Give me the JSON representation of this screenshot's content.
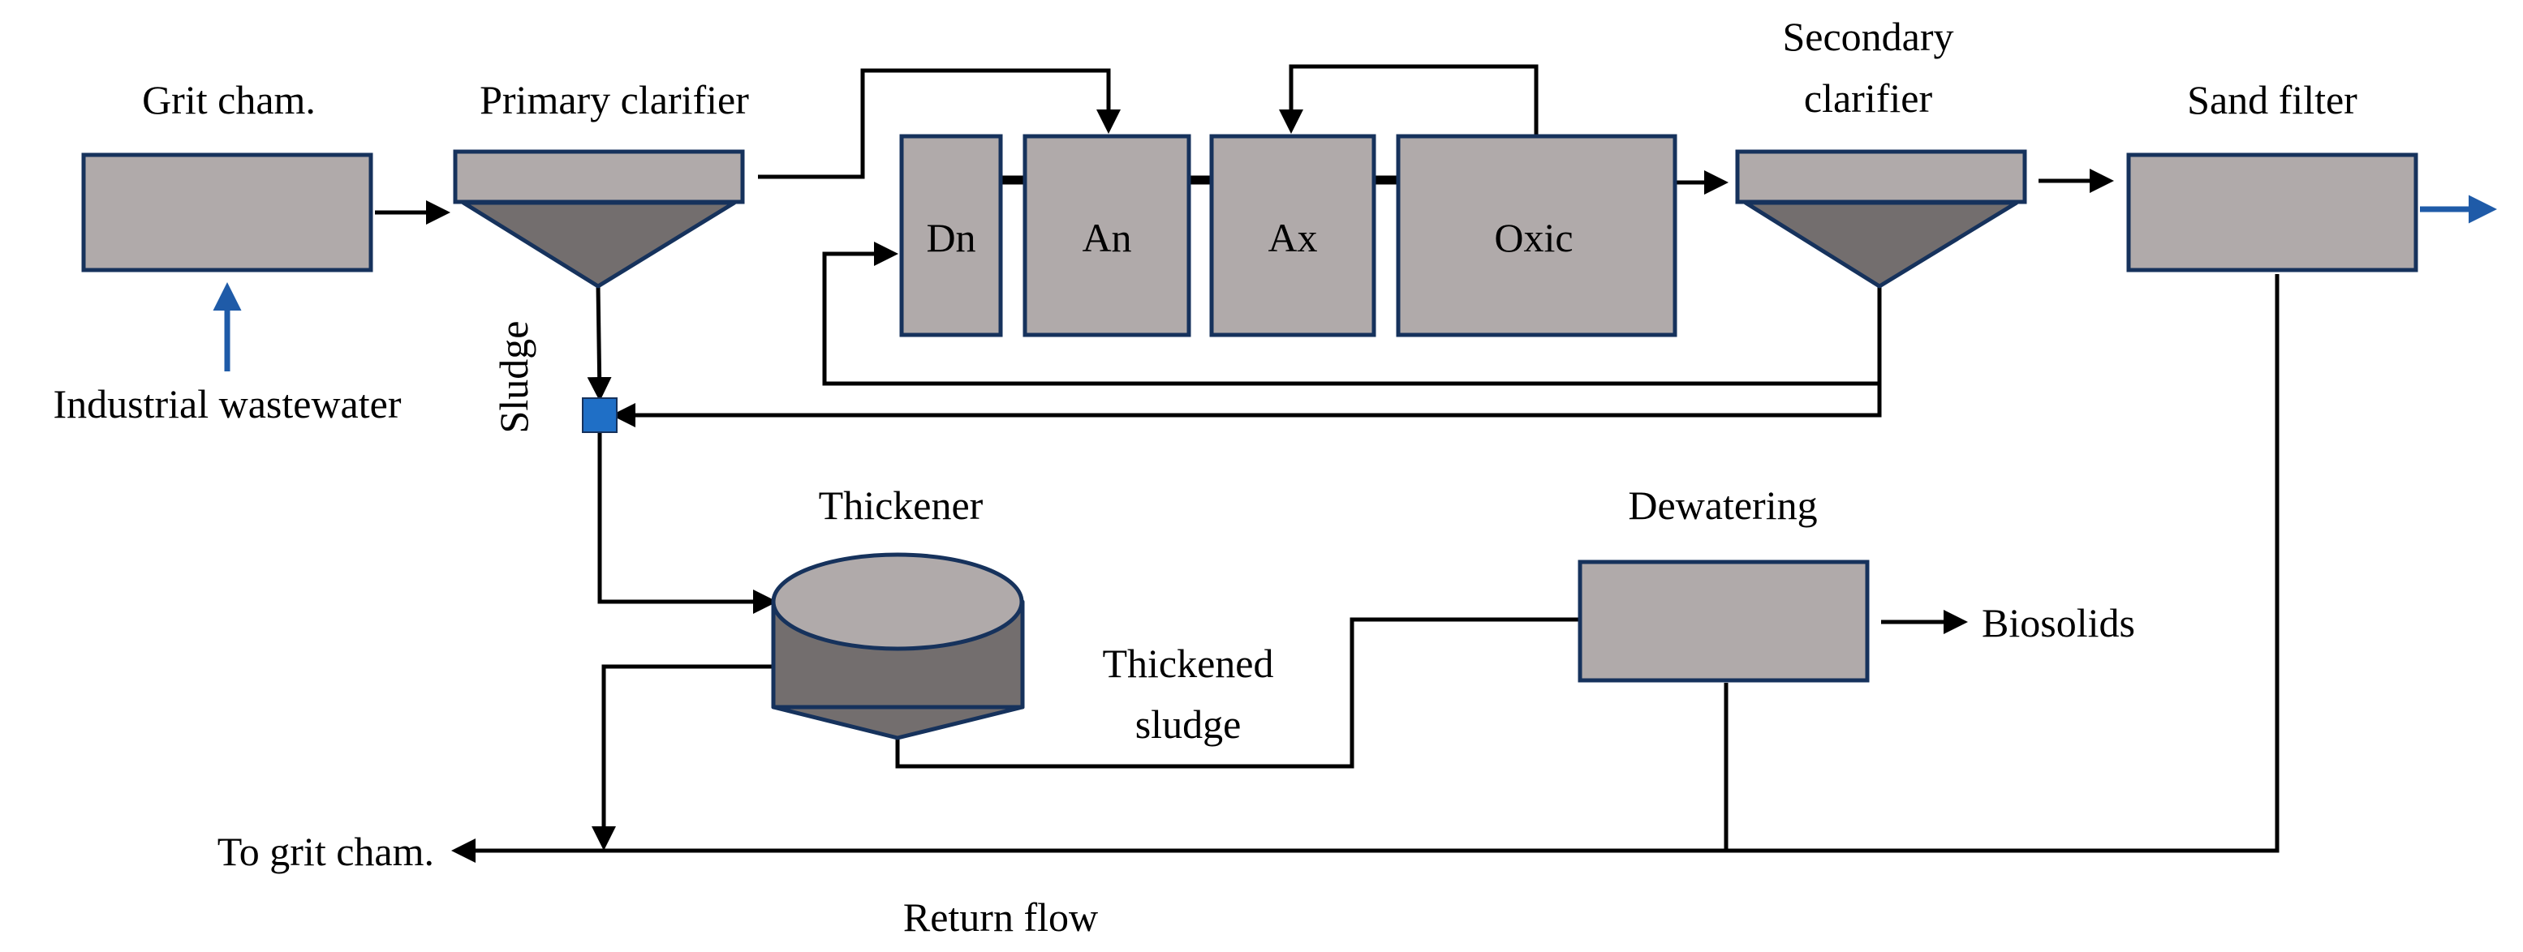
{
  "labels": {
    "grit_chamber": "Grit cham.",
    "primary_clarifier": "Primary clarifier",
    "secondary_clarifier_line1": "Secondary",
    "secondary_clarifier_line2": "clarifier",
    "sand_filter": "Sand filter",
    "industrial_wastewater": "Industrial wastewater",
    "sludge": "Sludge",
    "thickener": "Thickener",
    "dewatering": "Dewatering",
    "biosolids": "Biosolids",
    "thickened_sludge_line1": "Thickened",
    "thickened_sludge_line2": "sludge",
    "to_grit_chamber": "To grit cham.",
    "return_flow": "Return flow"
  },
  "reactor_tanks": [
    "Dn",
    "An",
    "Ax",
    "Oxic"
  ],
  "colors": {
    "unit_fill": "#b0aaaa",
    "hopper_fill": "#736e6e",
    "outline": "#16325c",
    "flow_line": "#000000",
    "blue_flow": "#1f5ba8",
    "junction": "#1f6fc6"
  }
}
